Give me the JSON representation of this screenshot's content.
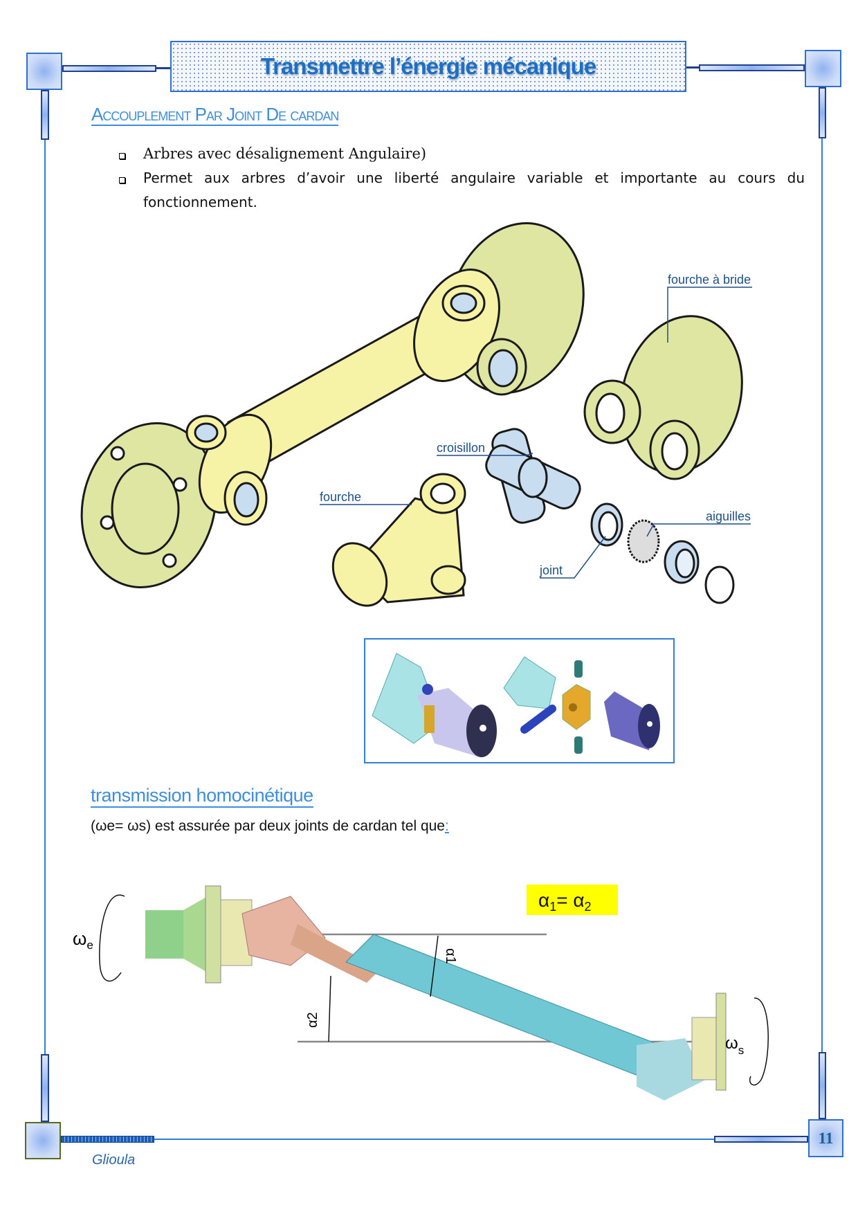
{
  "header": {
    "title": "Transmettre l’énergie mécanique"
  },
  "section1": {
    "heading": "Accouplement Par Joint De cardan",
    "bullets": [
      "Arbres avec désalignement Angulaire)",
      "Permet aux arbres d’avoir une liberté angulaire variable et importante au cours du",
      "fonctionnement."
    ]
  },
  "figure1": {
    "labels": {
      "fourche_bride": "fourche à bride",
      "croisillon": "croisillon",
      "fourche": "fourche",
      "aiguilles": "aiguilles",
      "joint": "joint"
    }
  },
  "section2": {
    "heading": "transmission homocinétique",
    "text": "(ωe= ωs) est assurée par deux joints de cardan tel que",
    "colon": ":"
  },
  "figure3": {
    "omega_e": "ω",
    "omega_e_sub": "e",
    "omega_s": "ω",
    "omega_s_sub": "s",
    "alpha1": "α1",
    "alpha2": "α2",
    "equation": {
      "a1": "α",
      "s1": "1",
      "eq": "= ",
      "a2": "α",
      "s2": "2"
    }
  },
  "footer": {
    "author": "Glioula",
    "page": "11"
  },
  "colors": {
    "accent": "#2f7fd8",
    "heading": "#3d8de0",
    "highlight": "#ffff00"
  }
}
